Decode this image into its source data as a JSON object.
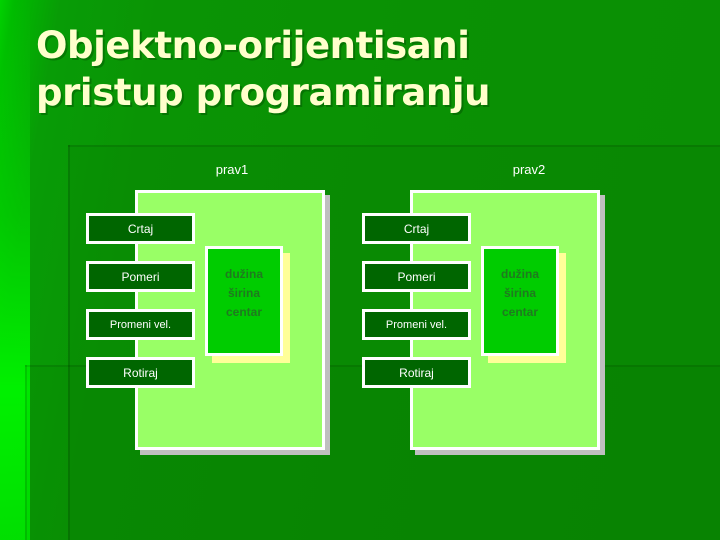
{
  "slide": {
    "title_line1": "Objektno-orijentisani",
    "title_line2": "pristup programiranju",
    "title_color": "#FFFFCC",
    "background_color": "#009900"
  },
  "diagram": {
    "type": "class-instance-diagram",
    "panel_fill": "#99FF66",
    "method_fill": "#006600",
    "attribute_fill": "#00CC00",
    "attribute_shadow": "#FFFF99",
    "panel_shadow": "#BFBFBF",
    "border_color": "#FFFFFF",
    "objects": [
      {
        "label": "prav1",
        "methods": [
          "Crtaj",
          "Pomeri",
          "Promeni vel.",
          "Rotiraj"
        ],
        "attributes": [
          "dužina",
          "širina",
          "centar"
        ]
      },
      {
        "label": "prav2",
        "methods": [
          "Crtaj",
          "Pomeri",
          "Promeni vel.",
          "Rotiraj"
        ],
        "attributes": [
          "dužina",
          "širina",
          "centar"
        ]
      }
    ]
  }
}
